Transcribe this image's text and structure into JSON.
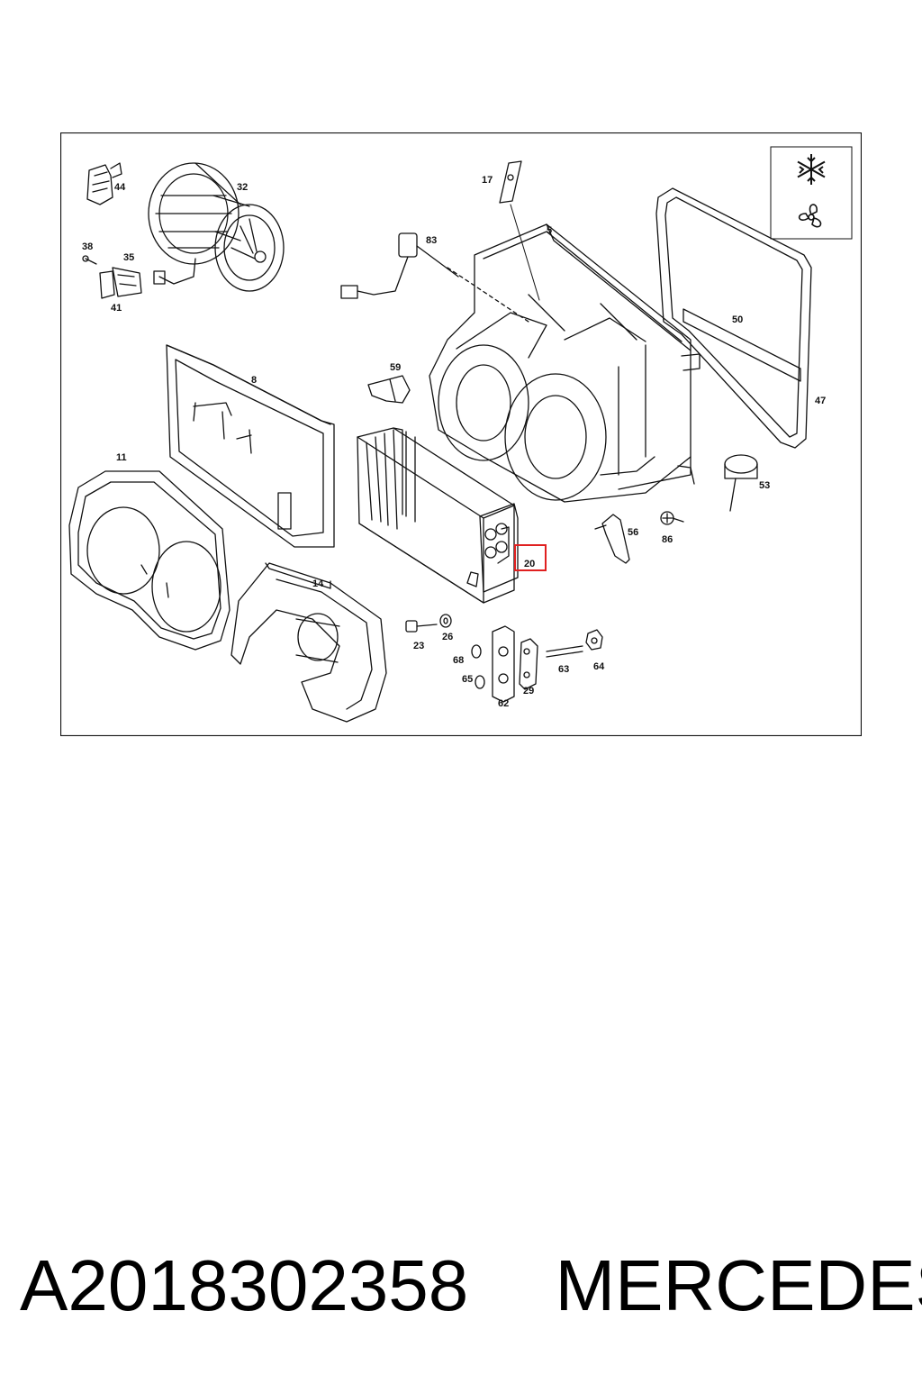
{
  "diagram": {
    "callouts": [
      "44",
      "32",
      "38",
      "35",
      "41",
      "83",
      "17",
      "5",
      "50",
      "47",
      "8",
      "59",
      "11",
      "14",
      "20",
      "53",
      "56",
      "86",
      "23",
      "26",
      "68",
      "65",
      "62",
      "29",
      "63",
      "64"
    ],
    "highlighted_callout": "20",
    "icons": [
      "snowflake-icon",
      "fan-icon"
    ],
    "colors": {
      "line": "#111111",
      "highlight": "#e02020",
      "background": "#ffffff"
    }
  },
  "caption": {
    "part_number": "A2018302358",
    "brand": "MERCEDES"
  }
}
